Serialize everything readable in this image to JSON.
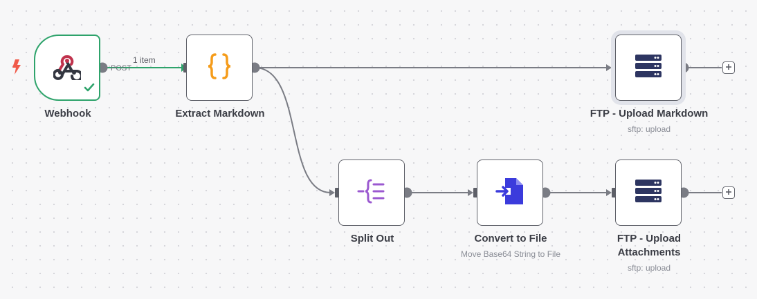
{
  "colors": {
    "success": "#2ea36b",
    "node_border": "#5e6068",
    "connector": "#7a7c84",
    "trigger_bolt": "#f05a4a",
    "code_icon": "#f59c1a",
    "split_icon": "#9b59d0",
    "convert_icon": "#3b3bdc",
    "ftp_icon": "#2d3561"
  },
  "edge_labels": {
    "item_count": "1 item",
    "method": "POST"
  },
  "nodes": {
    "webhook": {
      "title": "Webhook",
      "icon": "webhook-icon",
      "status": "success"
    },
    "extract": {
      "title": "Extract Markdown",
      "icon": "code-braces-icon"
    },
    "ftp_markdown": {
      "title": "FTP - Upload Markdown",
      "subtitle": "sftp: upload",
      "icon": "server-icon"
    },
    "split": {
      "title": "Split Out",
      "icon": "split-out-icon"
    },
    "convert": {
      "title": "Convert to File",
      "subtitle": "Move Base64 String to File",
      "icon": "file-import-icon"
    },
    "ftp_attachments": {
      "title_line1": "FTP - Upload",
      "title_line2": "Attachments",
      "subtitle": "sftp: upload",
      "icon": "server-icon"
    }
  }
}
